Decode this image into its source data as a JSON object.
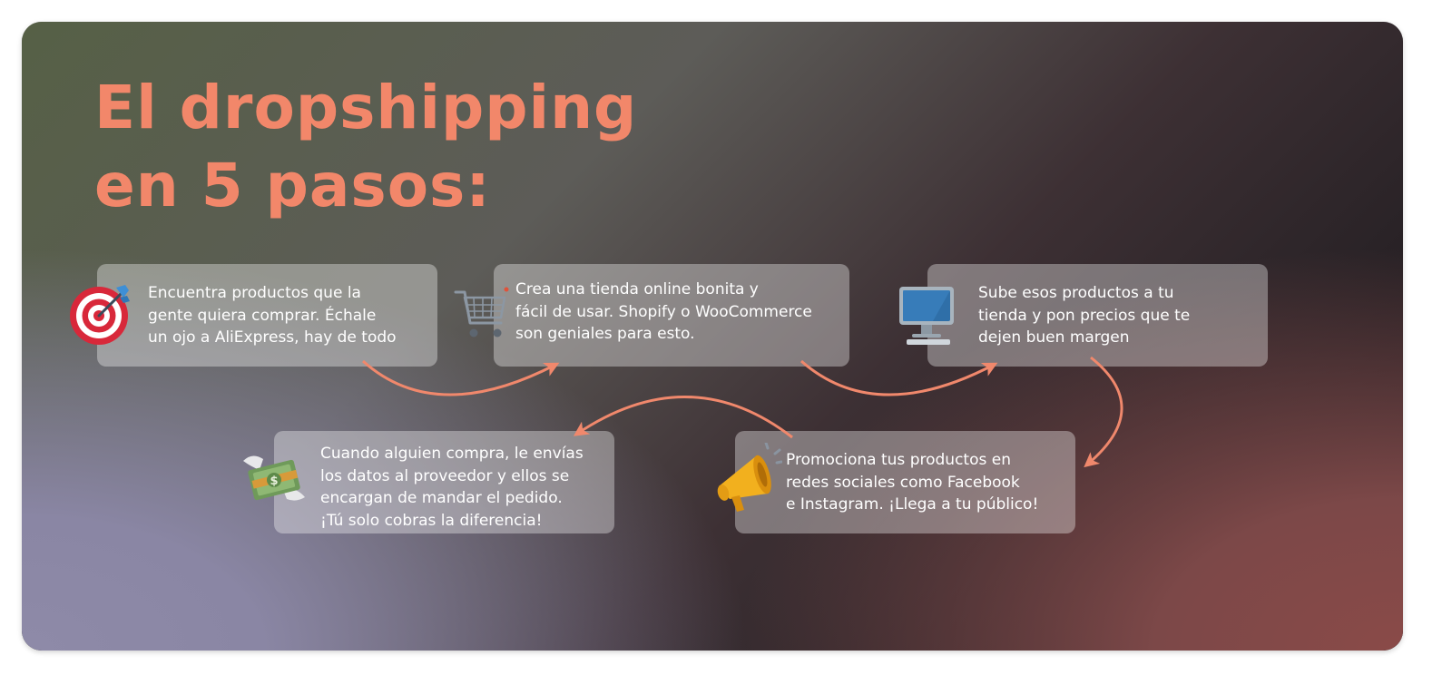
{
  "title": {
    "line1": "El dropshipping",
    "line2": "en 5 pasos:"
  },
  "steps": [
    {
      "text": "Encuentra productos que la\ngente quiera comprar. Échale\nun ojo a AliExpress, hay de todo",
      "icon": "target-icon"
    },
    {
      "text": "Crea una tienda online bonita y\nfácil de usar. Shopify o WooCommerce\nson geniales para esto.",
      "icon": "shopping-cart-icon"
    },
    {
      "text": "Sube esos productos a tu\ntienda y pon precios que te\ndejen buen margen",
      "icon": "computer-icon"
    },
    {
      "text": "Promociona tus productos en\nredes sociales como Facebook\ne Instagram. ¡Llega a tu público!",
      "icon": "megaphone-icon"
    },
    {
      "text": "Cuando alguien compra, le envías\nlos datos al proveedor y ellos se\nencargan de mandar el pedido.\n¡Tú solo cobras la diferencia!",
      "icon": "flying-money-icon"
    }
  ],
  "colors": {
    "accent": "#f2876a",
    "arrow": "#f0886c",
    "box": "rgba(255,255,255,0.35)"
  }
}
